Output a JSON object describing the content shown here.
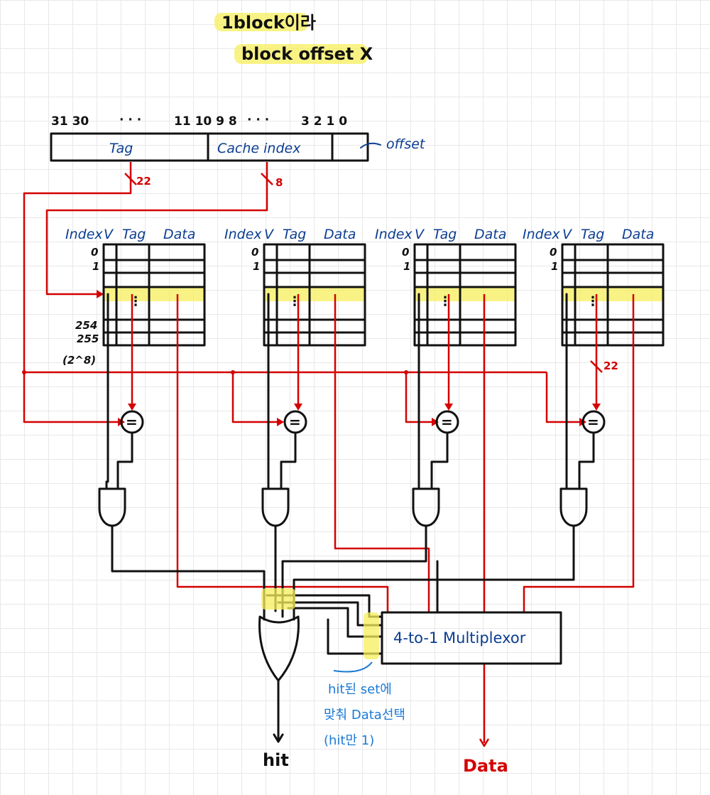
{
  "heading": {
    "line1": "1block이라",
    "line2": "block offset X"
  },
  "address": {
    "bits_left": "31 30",
    "bits_dots1": "· · ·",
    "bits_mid": "11 10 9 8",
    "bits_dots2": "· · ·",
    "bits_right": "3 2  1   0",
    "tag_label": "Tag",
    "index_label": "Cache index",
    "offset_label": "offset",
    "tag_width": "22",
    "index_width": "8"
  },
  "ways": [
    {
      "h_index": "Index",
      "h_v": "V",
      "h_tag": "Tag",
      "h_data": "Data"
    },
    {
      "h_index": "Index",
      "h_v": "V",
      "h_tag": "Tag",
      "h_data": "Data"
    },
    {
      "h_index": "Index",
      "h_v": "V",
      "h_tag": "Tag",
      "h_data": "Data"
    },
    {
      "h_index": "Index",
      "h_v": "V",
      "h_tag": "Tag",
      "h_data": "Data"
    }
  ],
  "rows": {
    "r0": "0",
    "r1": "1",
    "r254": "254",
    "r255": "255",
    "count": "(2^8)"
  },
  "comparator_width": "22",
  "comparator_symbol": "=",
  "mux_label": "4-to-1 Multiplexor",
  "note": {
    "line1": "hit된 set에",
    "line2": "맞춰 Data선택",
    "line3": "(hit만 1)"
  },
  "outputs": {
    "hit": "hit",
    "data": "Data"
  },
  "colors": {
    "ink": "#111111",
    "address_lines": "#d40000",
    "labels": "#0b3d91",
    "note": "#1a7ad6",
    "highlight": "#f7ef5c"
  }
}
